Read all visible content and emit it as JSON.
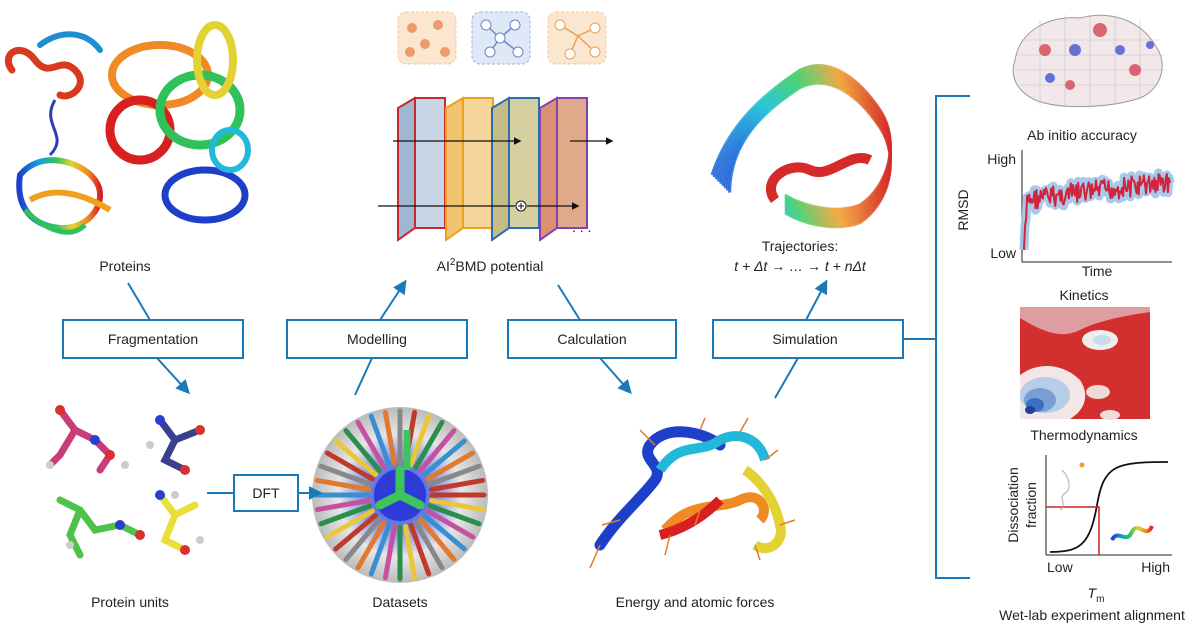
{
  "labels": {
    "proteins": "Proteins",
    "protein_units": "Protein units",
    "datasets": "Datasets",
    "potential_prefix": "AI",
    "potential_sup": "2",
    "potential_suffix": "BMD potential",
    "energy_forces": "Energy and atomic forces",
    "trajectories": "Trajectories:",
    "traj_formula": "t + Δt → … → t + nΔt",
    "ab_initio": "Ab initio accuracy",
    "kinetics": "Kinetics",
    "thermodynamics": "Thermodynamics",
    "wetlab": "Wet-lab experiment alignment",
    "dots": ". . ."
  },
  "steps": {
    "fragmentation": "Fragmentation",
    "modelling": "Modelling",
    "calculation": "Calculation",
    "simulation": "Simulation",
    "dft": "DFT"
  },
  "rmsd_plot": {
    "ylabel": "RMSD",
    "high": "High",
    "low": "Low",
    "xlabel": "Time"
  },
  "dissociation_plot": {
    "ylabel_line1": "Dissociation",
    "ylabel_line2": "fraction",
    "xlow": "Low",
    "xhigh": "High",
    "xlabel": "T",
    "xlabel_sub": "m"
  },
  "colors": {
    "flow_blue": "#1a7ab8",
    "rmsd_red": "#d0243c",
    "rmsd_band": "#9fc3e8",
    "heat_red": "#d32f2f",
    "heat_blue": "#3b6fc4",
    "layer1": "#c8d6e6",
    "layer2": "#f5d59a",
    "layer3": "#d6cfa0",
    "layer4": "#e0a98a"
  },
  "icons": [
    "protein-ribbon-icon",
    "molecule-stick-icon",
    "dataset-sphere-icon",
    "neural-layer-icon",
    "trajectory-bundle-icon",
    "density-mesh-icon",
    "helix-force-icon"
  ]
}
